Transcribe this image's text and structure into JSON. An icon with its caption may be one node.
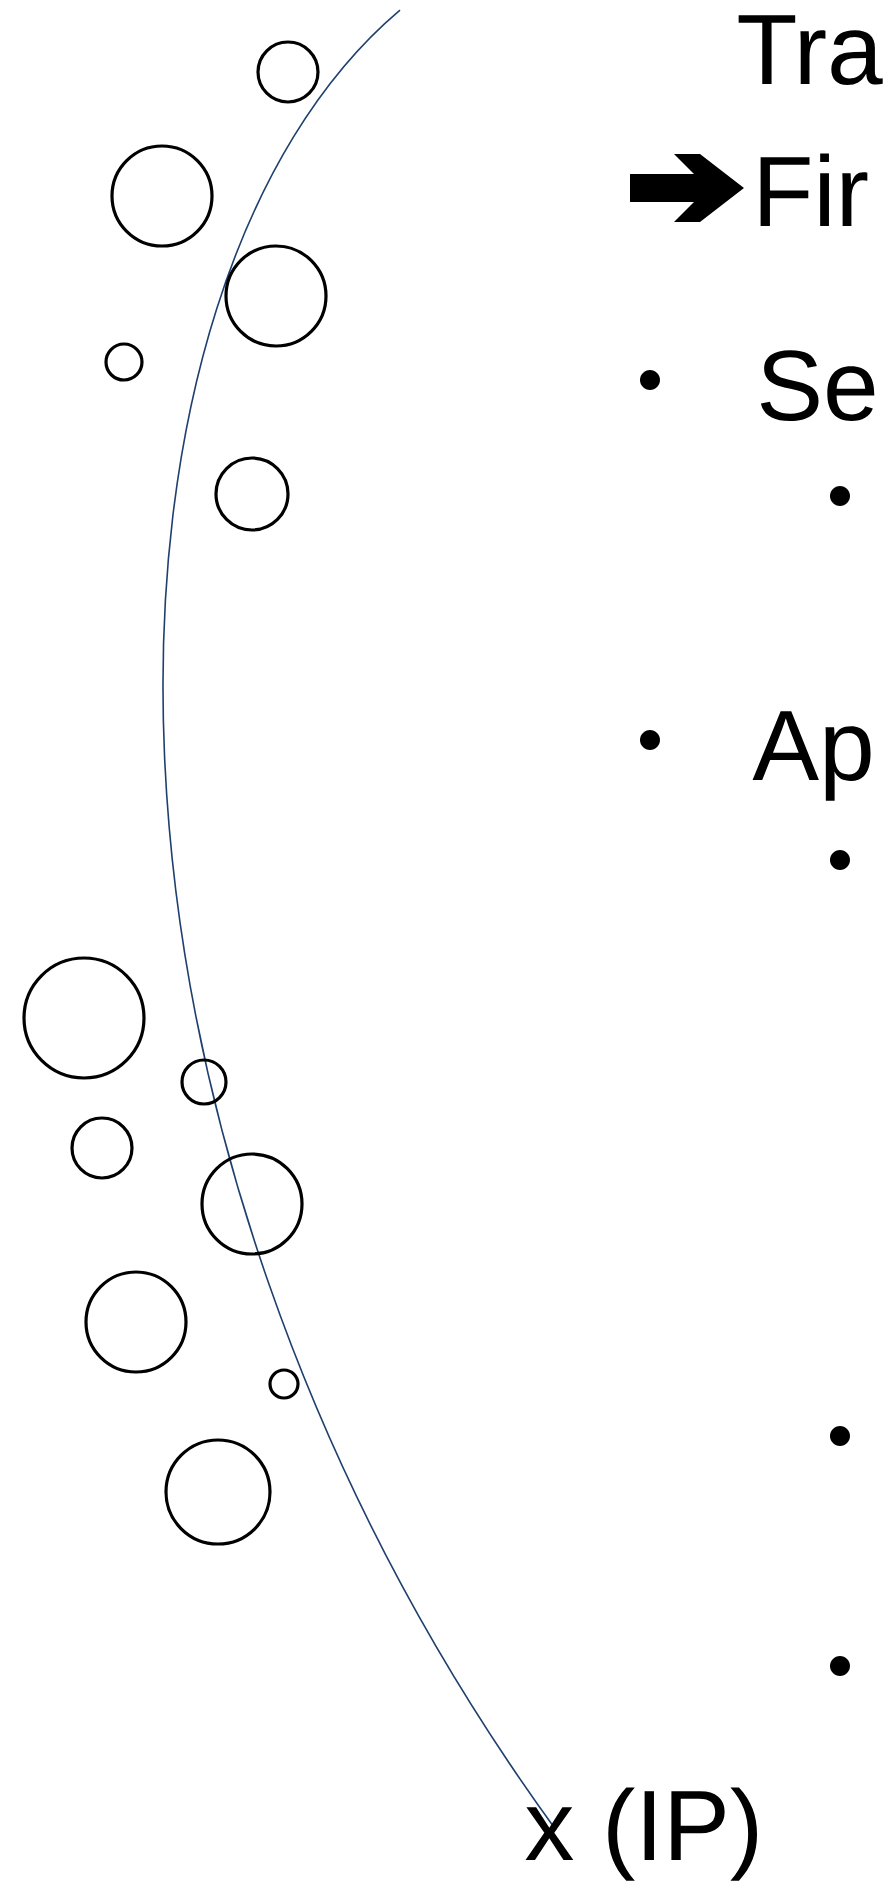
{
  "diagram": {
    "labels": [
      "Tra",
      "Fir",
      "Se",
      "Ap",
      "x (IP)"
    ]
  }
}
